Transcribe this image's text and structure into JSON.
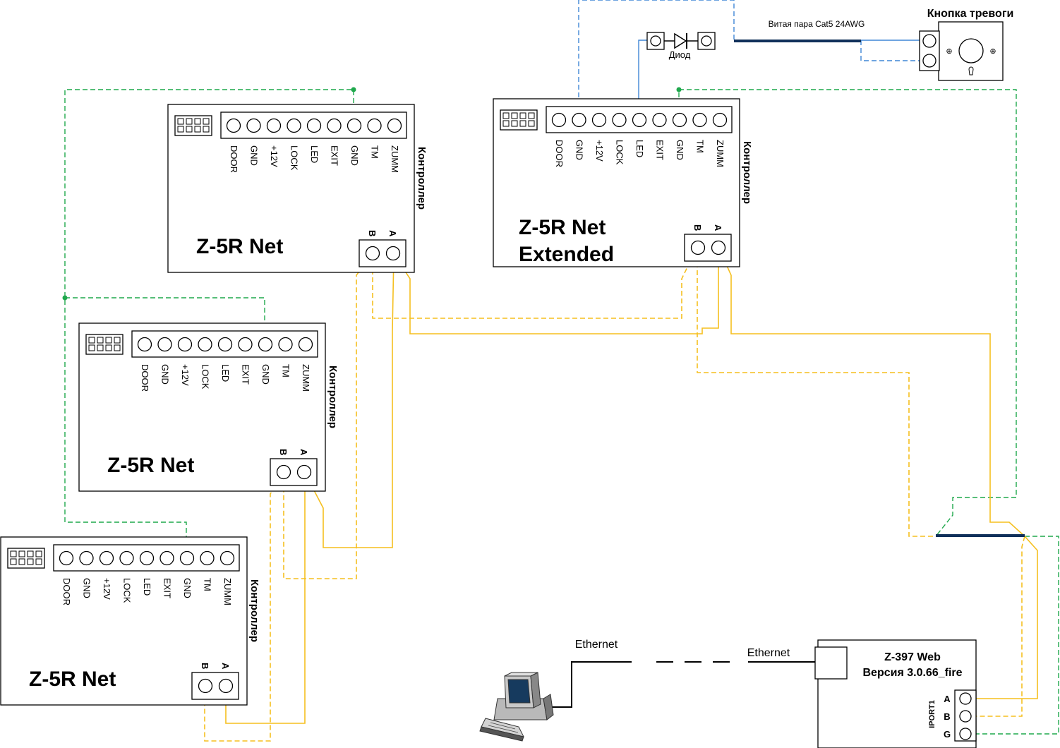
{
  "controllers": [
    {
      "id": "c1",
      "model": [
        "Z-5R Net"
      ],
      "caption": "Контроллер"
    },
    {
      "id": "c2",
      "model": [
        "Z-5R Net",
        "Extended"
      ],
      "caption": "Контроллер"
    },
    {
      "id": "c3",
      "model": [
        "Z-5R Net"
      ],
      "caption": "Контроллер"
    },
    {
      "id": "c4",
      "model": [
        "Z-5R Net"
      ],
      "caption": "Контроллер"
    }
  ],
  "terminal_labels": [
    "DOOR",
    "GND",
    "+12V",
    "LOCK",
    "LED",
    "EXIT",
    "GND",
    "TM",
    "ZUMM"
  ],
  "rs485_labels": {
    "b": "B",
    "a": "A"
  },
  "alarm_button": {
    "title": "Кнопка тревоги",
    "cable": "Витая пара Cat5 24AWG",
    "diode": "Диод"
  },
  "web_module": {
    "title": "Z-397 Web",
    "version": "Версия 3.0.66_fire",
    "port": "IPORT1",
    "pins": [
      "A",
      "B",
      "G"
    ]
  },
  "network": {
    "left_label": "Ethernet",
    "right_label": "Ethernet"
  },
  "colors": {
    "rs485": "#f5bf1f",
    "ground": "#1fa84c",
    "alarm": "#3f86d6",
    "cable": "#10305a"
  },
  "icons": {
    "pc": "desktop-computer-icon",
    "alarm": "alarm-button-icon",
    "diode": "diode-icon"
  }
}
